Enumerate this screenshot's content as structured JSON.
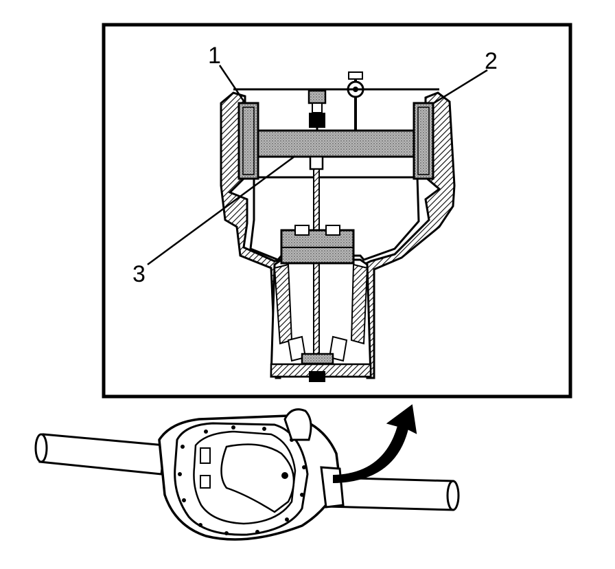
{
  "callouts": [
    {
      "id": "1",
      "label": "1"
    },
    {
      "id": "2",
      "label": "2"
    },
    {
      "id": "3",
      "label": "3"
    }
  ],
  "colors": {
    "ink": "#000000",
    "paper": "#ffffff",
    "stipple": "#8a8a8a"
  },
  "icons": [
    "curved-arrow-icon"
  ]
}
